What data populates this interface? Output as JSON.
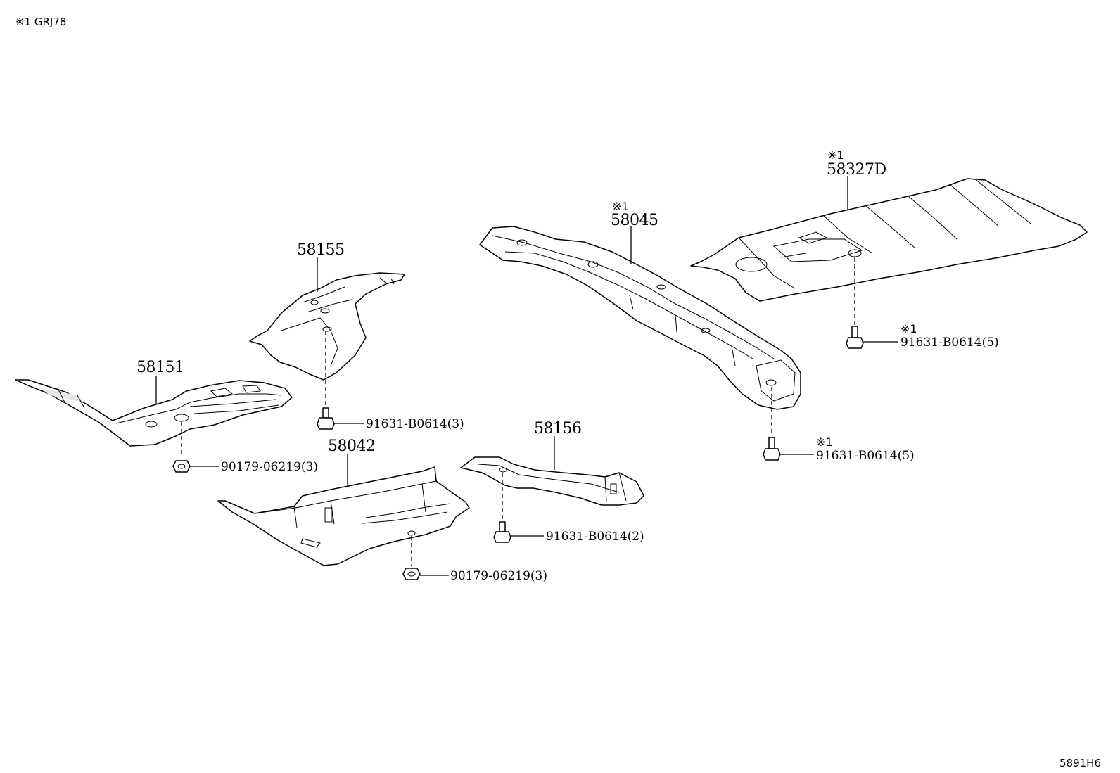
{
  "header": {
    "note": "※1 GRJ78"
  },
  "footer": {
    "code": "5891H6"
  },
  "mark": "※1",
  "parts": {
    "p58151": "58151",
    "p58155": "58155",
    "p58042": "58042",
    "p58156": "58156",
    "p58045": "58045",
    "p58327d": "58327D"
  },
  "fasteners": {
    "f1": "91631-B0614(3)",
    "f2": "90179-06219(3)",
    "f3": "90179-06219(3)",
    "f4": "91631-B0614(2)",
    "f5": "91631-B0614(5)",
    "f6": "91631-B0614(5)"
  }
}
